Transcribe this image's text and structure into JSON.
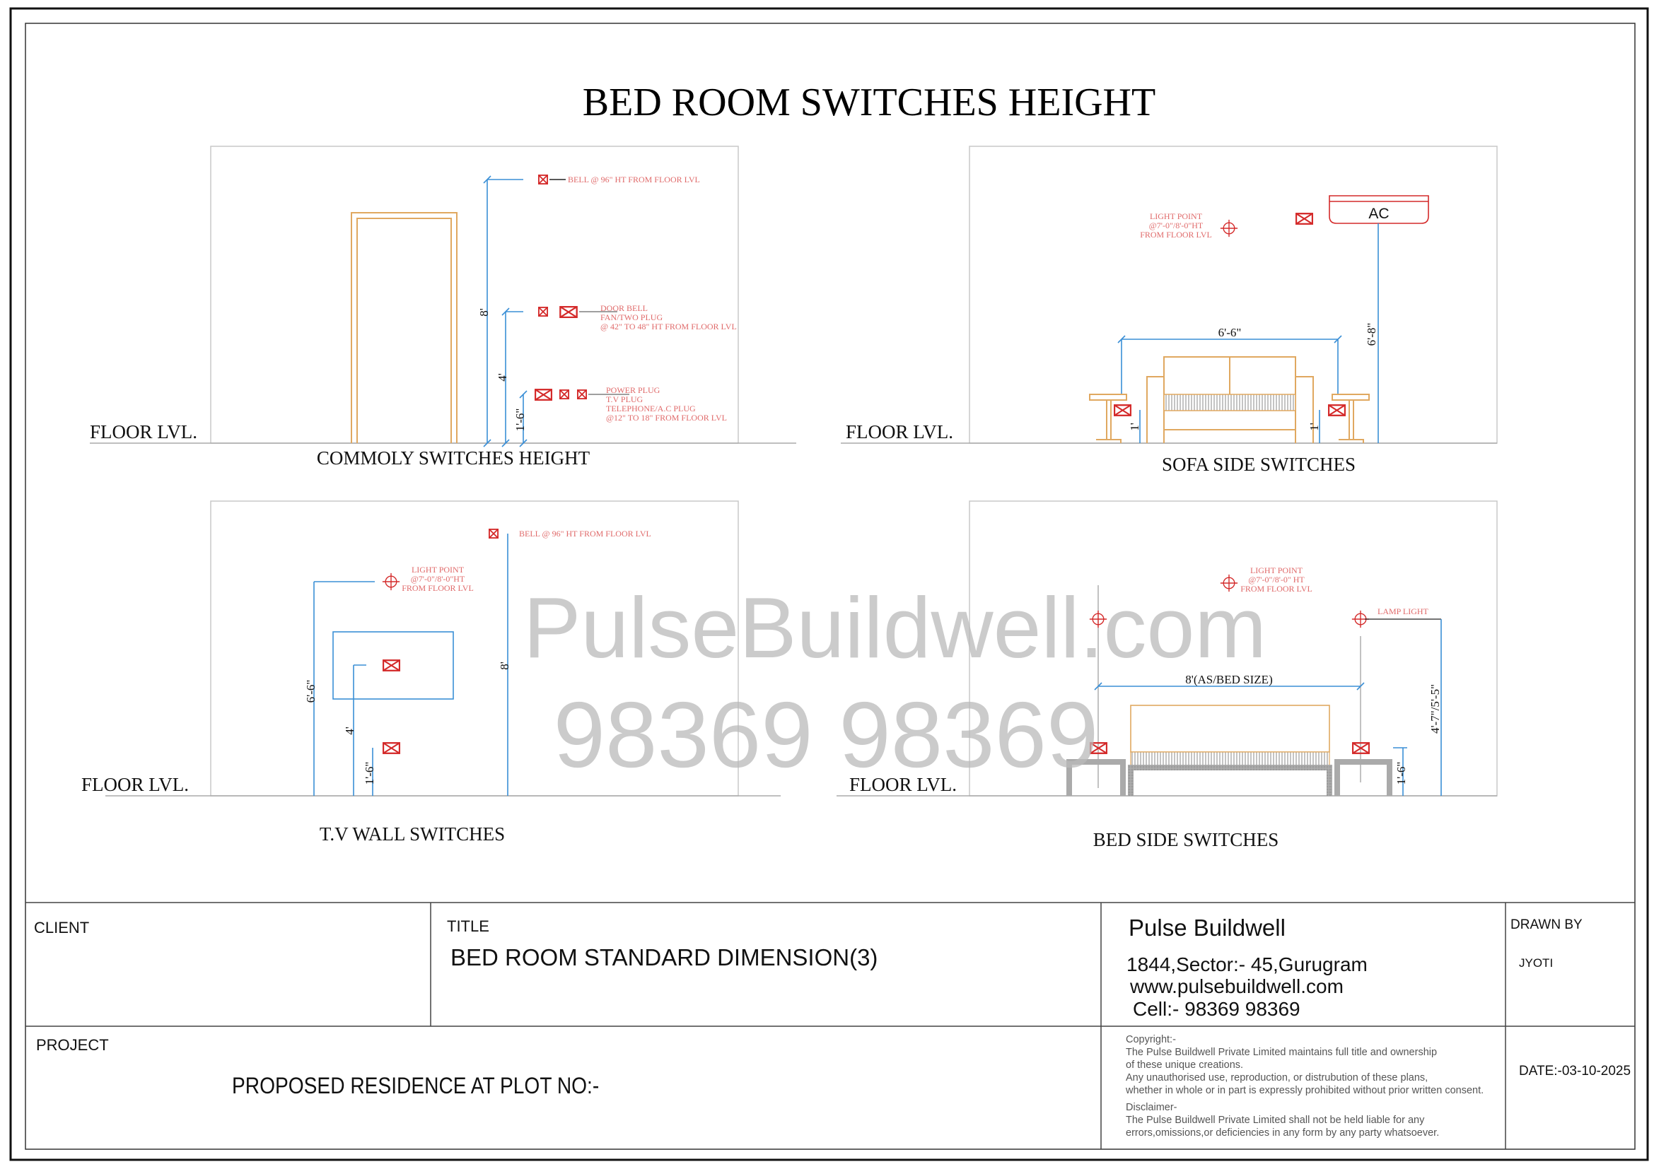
{
  "sheet": {
    "title": "BED ROOM SWITCHES HEIGHT"
  },
  "watermark": {
    "line1": "PulseBuildwell.com",
    "line2": "98369 98369"
  },
  "floor_label": "FLOOR LVL.",
  "panels": {
    "common": {
      "caption": "COMMOLY SWITCHES HEIGHT",
      "dims": {
        "d1": "8'",
        "d2": "4'",
        "d3": "1'-6\""
      },
      "notes": {
        "bell": "BELL @ 96\" HT FROM FLOOR LVL",
        "mid1": "DOOR BELL",
        "mid2": "FAN/TWO PLUG",
        "mid3": "@ 42\" TO 48\" HT FROM FLOOR LVL",
        "low1": "POWER PLUG",
        "low2": "T.V PLUG",
        "low3": "TELEPHONE/A.C PLUG",
        "low4": "@12\" TO 18\" FROM FLOOR LVL"
      }
    },
    "sofa": {
      "caption": "SOFA SIDE  SWITCHES",
      "ac_label": "AC",
      "dims": {
        "width": "6'-6\"",
        "ac": "6'-8\"",
        "left": "1'",
        "right": "1'"
      },
      "notes": {
        "light1": "LIGHT POINT",
        "light2": "@7'-0\"/8'-0\"HT",
        "light3": "FROM FLOOR LVL"
      }
    },
    "tv": {
      "caption": "T.V WALL SWITCHES",
      "dims": {
        "light": "6'-6\"",
        "tv": "4'",
        "low": "1'-6\"",
        "bell": "8'"
      },
      "notes": {
        "bell": "BELL @ 96\" HT FROM FLOOR LVL",
        "light1": "LIGHT POINT",
        "light2": "@7'-0\"/8'-0\"HT",
        "light3": "FROM FLOOR LVL"
      }
    },
    "bed": {
      "caption": "BED SIDE  SWITCHES",
      "dims": {
        "width": "8'(AS/BED SIZE)",
        "switch": "1'-6\"",
        "lamp": "4'-7\"/5'-5\""
      },
      "notes": {
        "light1": "LIGHT POINT",
        "light2": "@7'-0\"/8'-0\" HT",
        "light3": "FROM FLOOR LVL",
        "lamp": "LAMP LIGHT"
      }
    }
  },
  "title_block": {
    "client_label": "CLIENT",
    "title_label": "TITLE",
    "title_value": "BED ROOM STANDARD DIMENSION(3)",
    "company": "Pulse Buildwell",
    "address": "1844,Sector:- 45,Gurugram",
    "website": "www.pulsebuildwell.com",
    "cell": "Cell:- 98369 98369",
    "drawn_by_label": "DRAWN BY",
    "drawn_by": "JYOTI",
    "project_label": "PROJECT",
    "project_value": "PROPOSED RESIDENCE AT PLOT NO:-",
    "copyright": [
      "Copyright:-",
      "The Pulse Buildwell Private Limited maintains full title and ownership",
      " of these unique creations.",
      "Any unauthorised use, reproduction, or distrubution of these plans,",
      "whether in whole or in part is expressly prohibited without prior written consent.",
      "Disclaimer-",
      "The Pulse Buildwell Private Limited shall not be held liable for any",
      "errors,omissions,or deficiencies in any form by any party whatsoever."
    ],
    "date": "DATE:-03-10-2025"
  },
  "colors": {
    "dimension": "#3a8fd6",
    "electrical": "#d42a2a",
    "furniture": "#e0a860",
    "note": "#e06a6a"
  }
}
